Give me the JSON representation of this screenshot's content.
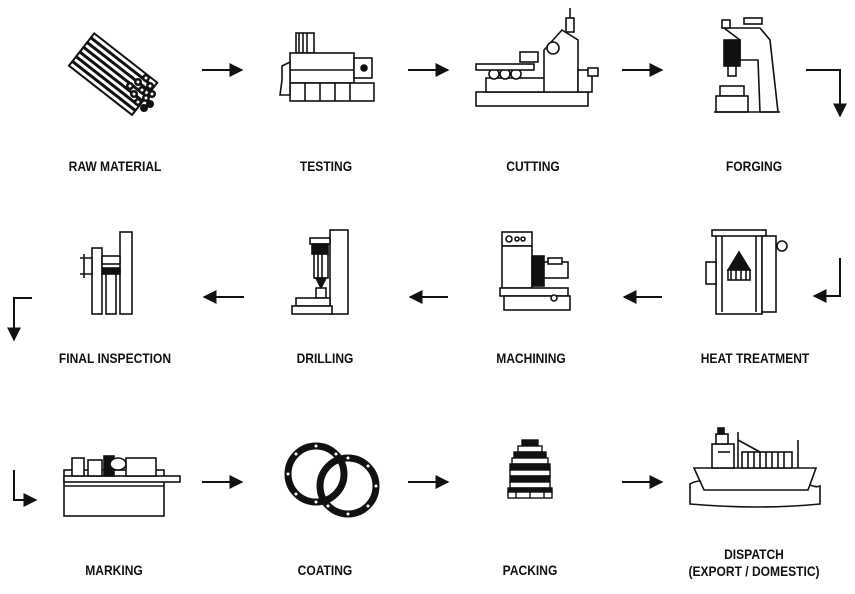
{
  "process_flow": {
    "steps": [
      {
        "label": "RAW MATERIAL",
        "icon": "pipe-bundle-icon"
      },
      {
        "label": "TESTING",
        "icon": "testing-machine-icon"
      },
      {
        "label": "CUTTING",
        "icon": "cutting-machine-icon"
      },
      {
        "label": "FORGING",
        "icon": "forging-press-icon"
      },
      {
        "label": "HEAT TREATMENT",
        "icon": "furnace-icon"
      },
      {
        "label": "MACHINING",
        "icon": "lathe-icon"
      },
      {
        "label": "DRILLING",
        "icon": "drill-press-icon"
      },
      {
        "label": "FINAL INSPECTION",
        "icon": "inspection-gauge-icon"
      },
      {
        "label": "MARKING",
        "icon": "marking-machine-icon"
      },
      {
        "label": "COATING",
        "icon": "coated-rings-icon"
      },
      {
        "label": "PACKING",
        "icon": "pallet-stack-icon"
      },
      {
        "label": "DISPATCH",
        "label2": "(EXPORT / DOMESTIC)",
        "icon": "cargo-ship-icon"
      }
    ]
  },
  "colors": {
    "ink": "#111111",
    "background": "#ffffff"
  }
}
